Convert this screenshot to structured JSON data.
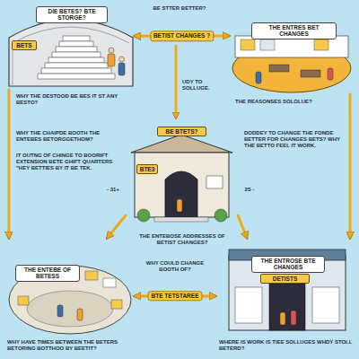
{
  "diagram": {
    "nodes": [
      {
        "text": [
          "DIE BETES? BTE STORGE?",
          "BETS"
        ]
      },
      {
        "text": [
          "THE ENTRES BET CHANGES"
        ]
      },
      {
        "text": [
          "BE BTETS?",
          "BTE3"
        ]
      },
      {
        "text": [
          "THE ENTEBE OF BETESS"
        ]
      },
      {
        "text": [
          "THE ENTROSE BTE CHANGES",
          "DETISTS"
        ]
      }
    ],
    "edges": [
      {
        "from": 0,
        "to": 1,
        "label": "BETIST CHANGES ?",
        "arrow": "both"
      },
      {
        "from": 0,
        "to": 3,
        "arrow": "to"
      },
      {
        "from": 1,
        "to": 4,
        "arrow": "to"
      },
      {
        "from": 2,
        "to": 3,
        "arrow": "to"
      },
      {
        "from": 2,
        "to": 4,
        "arrow": "to"
      },
      {
        "from": 3,
        "to": 4,
        "label": "BTE TETSTAREE",
        "arrow": "both"
      }
    ],
    "labels": [
      "BE STTER BETTER?",
      "WHY THE DESTOOD BE BES IT ST ANY BESTO?",
      "UDY TO SOLLUGE.",
      "THE REASONSES SOLOLUE?",
      "WHY THE CHAIPDE BOOTH THE ENTEBES BETORGGETHOM?",
      "IT OUTNG OF CHINGE TO BOORIFT EXTENSION BETE GHIFT QUARTERS \"HEY BETTIES BY IT BE TEK.",
      "- 31+",
      "2S -",
      "DODDEY TO CHANGE THE FONDE BETTER FOR CHANGES BETS? WHY THE BETTO FEEL IT WORK.",
      "THE ENTEBOSE ADDRESSES OF BETIST CHANGES?",
      "WHY COULD CHANGE BOOTH OF?",
      "WHY HAVE TIMES BETWEEN THE BETERS BETORING BOTTHOO BY BEETIT?",
      "WHERE IS WORK IS TIEE SOLLUGES WHDY STOLL BETERD?"
    ]
  }
}
